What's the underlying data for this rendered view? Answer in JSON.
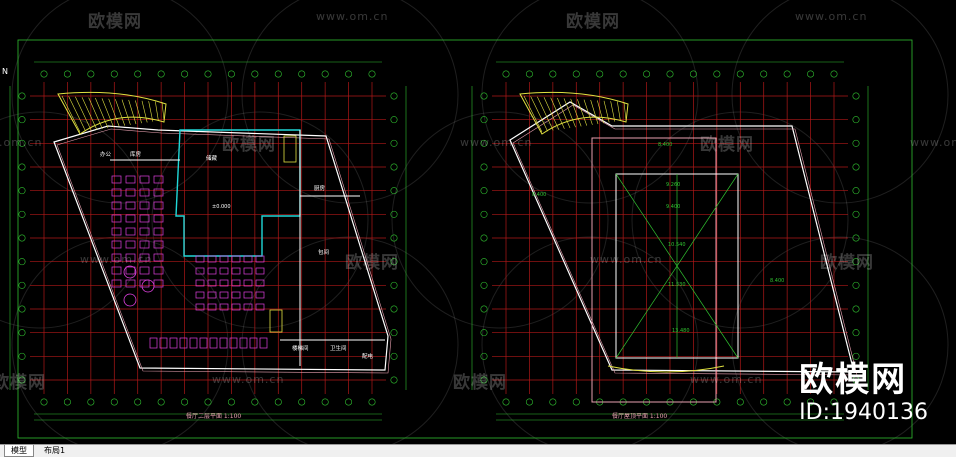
{
  "app": {
    "tabs": [
      {
        "label": "模型",
        "active": true
      },
      {
        "label": "布局1",
        "active": false
      }
    ]
  },
  "drawing": {
    "left_plan_title": "餐厅二层平面  1:100",
    "right_plan_title": "餐厅屋顶平面  1:100",
    "room_labels": [
      "办公",
      "库房",
      "包间",
      "厨房",
      "楼梯间",
      "卫生间",
      "配电",
      "储藏"
    ],
    "elevation_labels": [
      "±0.000",
      "8.400",
      "9.260",
      "9.400",
      "10.540",
      "11.530",
      "13.480",
      "8.400"
    ],
    "colors": {
      "background": "#000000",
      "axis_lines": "#b01818",
      "walls": "#ffffff",
      "yellow": "#e0e040",
      "magenta": "#e040e0",
      "cyan": "#20d8d8",
      "green": "#30c030",
      "pink": "#e8a0b0"
    }
  },
  "watermarks": {
    "brand": "欧模网",
    "url": "www.om.cn",
    "id": "ID:1940136"
  }
}
